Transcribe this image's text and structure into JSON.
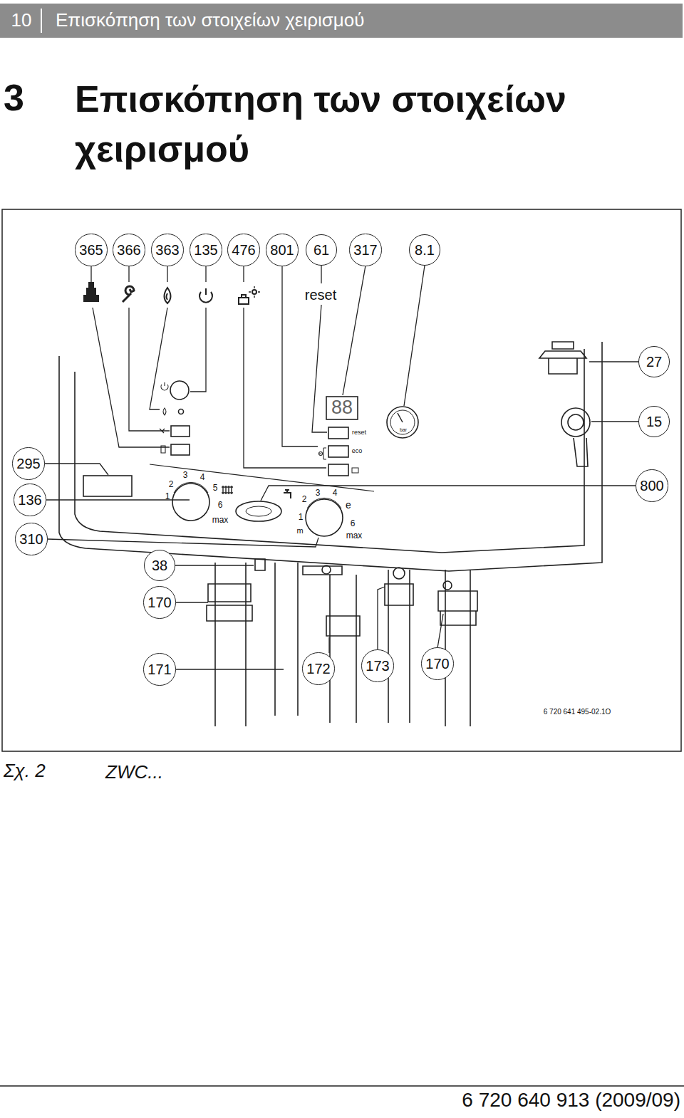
{
  "diagram": {
    "title": "Επισκόπηση των στοιχείων χειρισμού",
    "caption": "Σχ. 2",
    "nodes": [
      {
        "text": [
          "365"
        ]
      },
      {
        "text": [
          "366"
        ]
      },
      {
        "text": [
          "363"
        ]
      },
      {
        "text": [
          "135"
        ]
      },
      {
        "text": [
          "476"
        ]
      },
      {
        "text": [
          "801"
        ]
      },
      {
        "text": [
          "61"
        ]
      },
      {
        "text": [
          "317"
        ]
      },
      {
        "text": [
          "8.1"
        ]
      },
      {
        "text": [
          "27"
        ]
      },
      {
        "text": [
          "15"
        ]
      },
      {
        "text": [
          "295"
        ]
      },
      {
        "text": [
          "800"
        ]
      },
      {
        "text": [
          "136"
        ]
      },
      {
        "text": [
          "310"
        ]
      },
      {
        "text": [
          "38"
        ]
      },
      {
        "text": [
          "170"
        ]
      },
      {
        "text": [
          "171"
        ]
      },
      {
        "text": [
          "172"
        ]
      },
      {
        "text": [
          "173"
        ]
      },
      {
        "text": [
          "170"
        ]
      }
    ],
    "edges": [],
    "labels": [
      "10",
      "Επισκόπηση των στοιχείων χειρισμού",
      "3",
      "reset",
      "88",
      "reset",
      "eco",
      "2",
      "3",
      "4",
      "5",
      "1",
      "6",
      "max",
      "2",
      "3",
      "4",
      "e",
      "1",
      "6",
      "m",
      "max",
      "bar",
      "6 720 641 495-02.1O",
      "ZWC...",
      "6 720 640 913 (2009/09)"
    ]
  }
}
